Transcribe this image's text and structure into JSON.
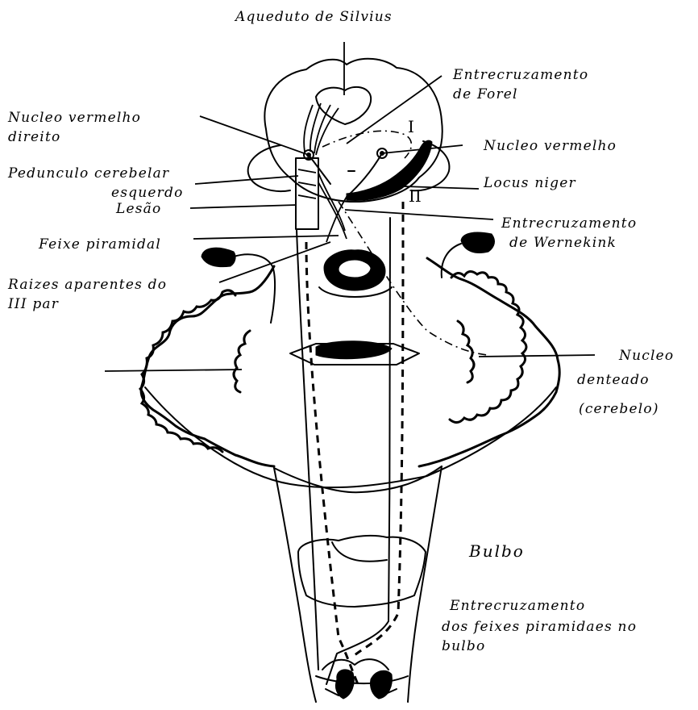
{
  "labels": {
    "aqueduto": "Aqueduto de Silvius",
    "entrecruzamento_forel_1": "Entrecruzamento",
    "entrecruzamento_forel_2": "de Forel",
    "nucleo_vermelho_direito_1": "Nucleo vermelho",
    "nucleo_vermelho_direito_2": "direito",
    "nucleo_vermelho": "Nucleo vermelho",
    "pedunculo_1": "Pedunculo cerebelar",
    "pedunculo_2": "esquerdo",
    "locus_niger": "Locus niger",
    "lesao": "Lesão",
    "entrecruzamento_wernekink_1": "Entrecruzamento",
    "entrecruzamento_wernekink_2": "de Wernekink",
    "feixe_piramidal": "Feixe piramidal",
    "raizes_1": "Raizes aparentes do",
    "raizes_2": "III par",
    "nucleo_denteado_1": "Nucleo",
    "nucleo_denteado_2": "denteado",
    "nucleo_denteado_3": "(cerebelo)",
    "bulbo": "Bulbo",
    "entrecruzamento_bulbo_1": "Entrecruzamento",
    "entrecruzamento_bulbo_2": "dos feixes piramidaes no",
    "entrecruzamento_bulbo_3": "bulbo",
    "roman_one": "I",
    "roman_two": "II"
  }
}
